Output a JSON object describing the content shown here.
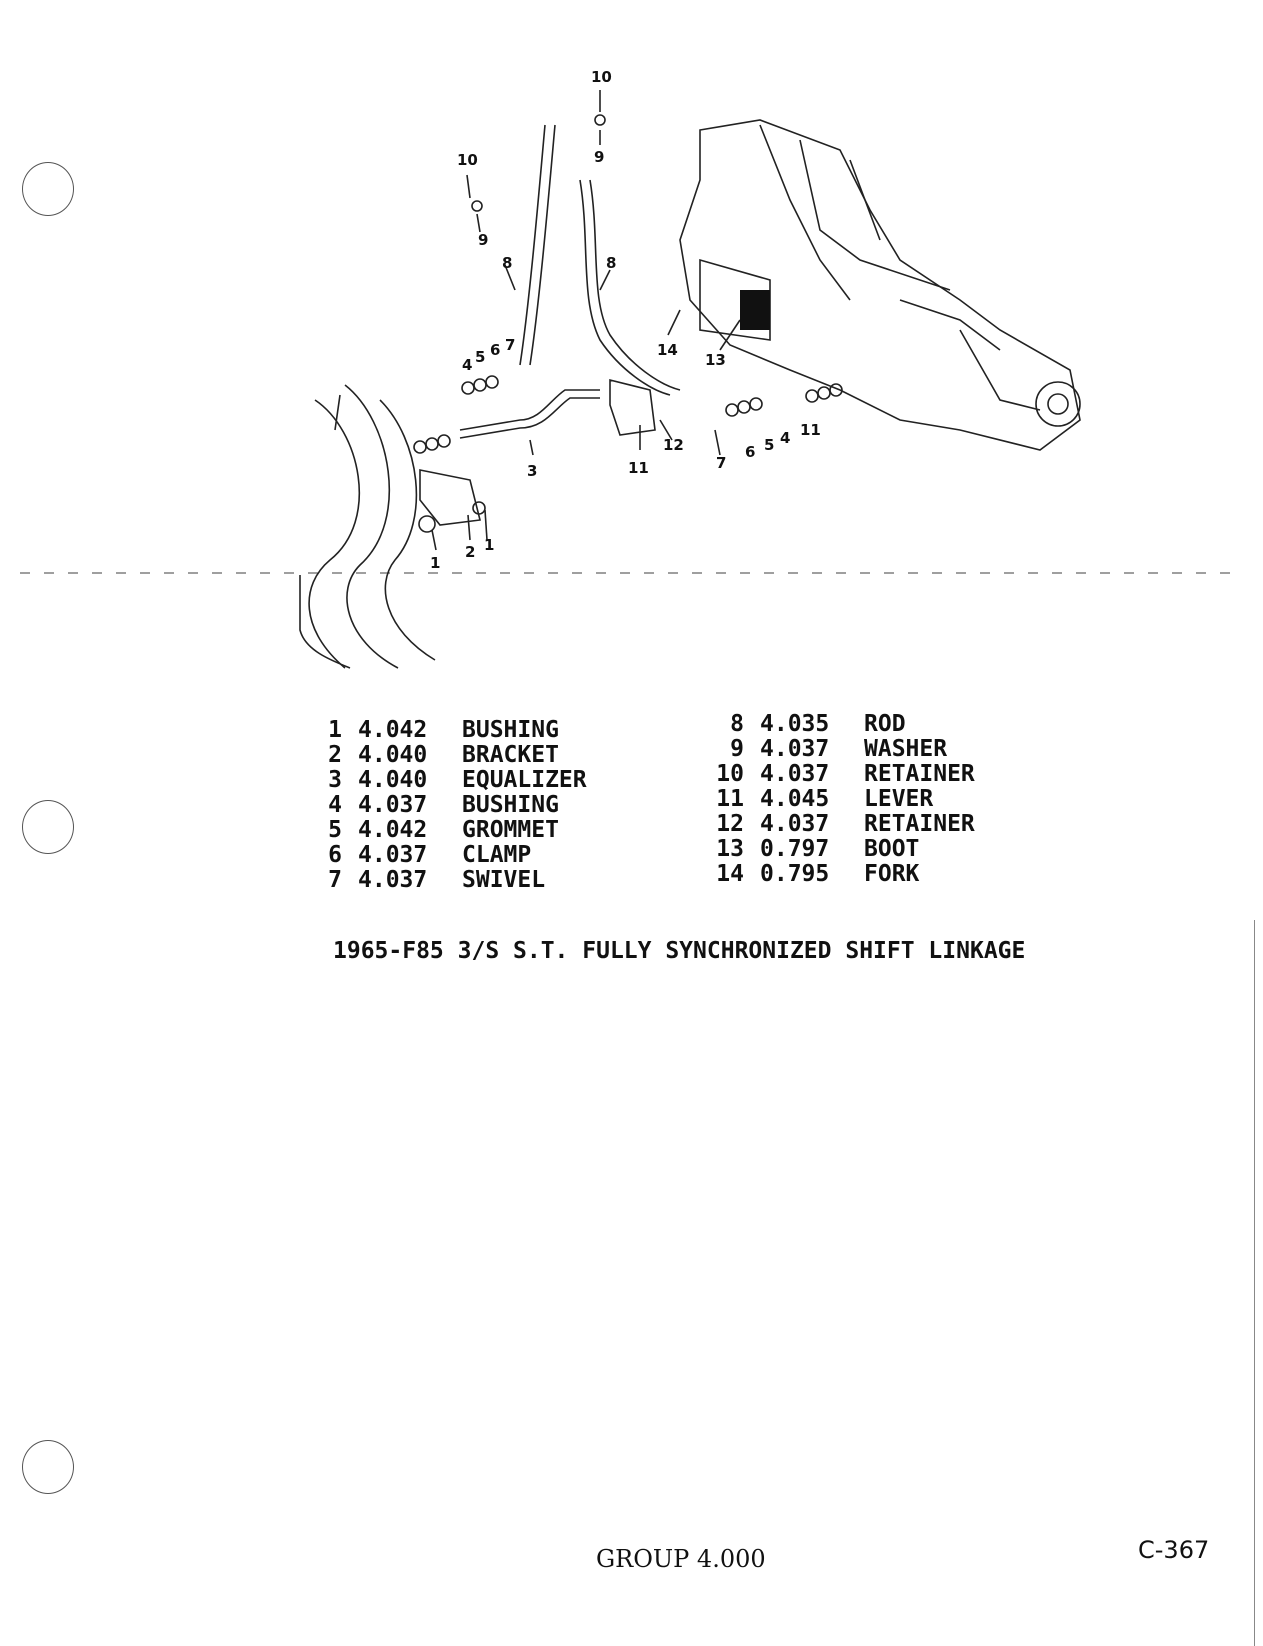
{
  "legend": {
    "left": [
      {
        "num": "1",
        "code": "4.042",
        "name": "BUSHING"
      },
      {
        "num": "2",
        "code": "4.040",
        "name": "BRACKET"
      },
      {
        "num": "3",
        "code": "4.040",
        "name": "EQUALIZER"
      },
      {
        "num": "4",
        "code": "4.037",
        "name": "BUSHING"
      },
      {
        "num": "5",
        "code": "4.042",
        "name": "GROMMET"
      },
      {
        "num": "6",
        "code": "4.037",
        "name": "CLAMP"
      },
      {
        "num": "7",
        "code": "4.037",
        "name": "SWIVEL"
      }
    ],
    "right": [
      {
        "num": "8",
        "code": "4.035",
        "name": "ROD"
      },
      {
        "num": "9",
        "code": "4.037",
        "name": "WASHER"
      },
      {
        "num": "10",
        "code": "4.037",
        "name": "RETAINER"
      },
      {
        "num": "11",
        "code": "4.045",
        "name": "LEVER"
      },
      {
        "num": "12",
        "code": "4.037",
        "name": "RETAINER"
      },
      {
        "num": "13",
        "code": "0.797",
        "name": "BOOT"
      },
      {
        "num": "14",
        "code": "0.795",
        "name": "FORK"
      }
    ]
  },
  "caption": "1965-F85 3/S S.T. FULLY SYNCHRONIZED SHIFT LINKAGE",
  "footer": {
    "group": "GROUP 4.000",
    "page": "C-367"
  },
  "callouts": [
    "10",
    "9",
    "10",
    "9",
    "8",
    "8",
    "4",
    "5",
    "6",
    "7",
    "14",
    "13",
    "3",
    "11",
    "12",
    "7",
    "6",
    "5",
    "4",
    "11",
    "2",
    "1",
    "1"
  ]
}
